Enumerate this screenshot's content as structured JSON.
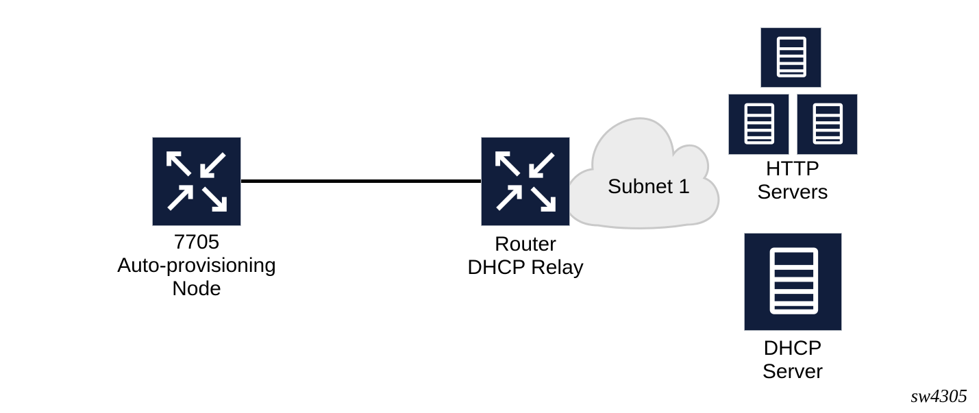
{
  "diagram": {
    "watermark": "sw4305",
    "colors": {
      "node_fill": "#111e3c",
      "icon_stroke": "#ffffff",
      "cloud_fill": "#ececec",
      "cloud_stroke": "#c9c9c9",
      "connector": "#000000",
      "label_text": "#000000"
    },
    "nodes": {
      "auto_provisioning": {
        "label": "7705\nAuto-provisioning\nNode",
        "icon": "router-arrows-icon"
      },
      "router_relay": {
        "label": "Router\nDHCP Relay",
        "icon": "router-arrows-icon"
      },
      "subnet_cloud": {
        "label": "Subnet 1",
        "icon": "cloud-shape"
      },
      "http_servers": {
        "label": "HTTP\nServers",
        "icon": "server-icon",
        "server_count": 3
      },
      "dhcp_server": {
        "label": "DHCP\nServer",
        "icon": "server-icon",
        "server_count": 1
      }
    },
    "connections": [
      {
        "from": "auto_provisioning",
        "to": "router_relay",
        "style": "solid-line"
      }
    ]
  }
}
